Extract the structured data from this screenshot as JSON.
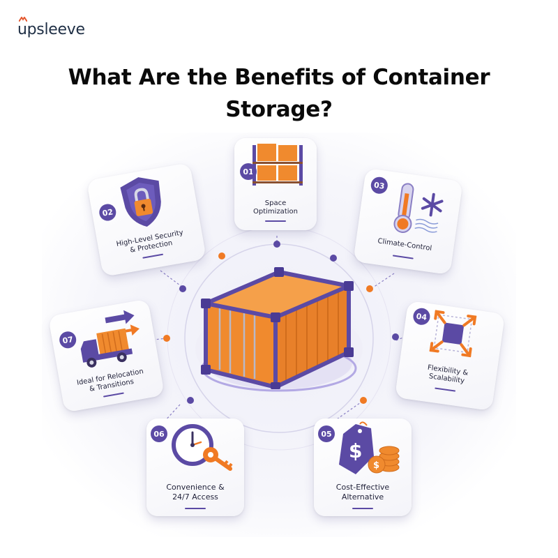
{
  "brand": {
    "logo_text": "upsleeve",
    "accent": "#e4572e",
    "text_color": "#1f2f45"
  },
  "header": {
    "title": "What Are the Benefits of Container Storage?"
  },
  "colors": {
    "purple": "#5b4aa4",
    "orange": "#f07a24",
    "card_bg": "#f4f4f9"
  },
  "center": {
    "illustration": "shipping-container-icon"
  },
  "benefits": [
    {
      "num": "01",
      "label_lines": [
        "Space",
        "Optimization"
      ],
      "icon": "warehouse-shelf-boxes-icon"
    },
    {
      "num": "02",
      "label_lines": [
        "High-Level Security",
        "& Protection"
      ],
      "icon": "shield-lock-icon"
    },
    {
      "num": "03",
      "label_lines": [
        "Climate-Control",
        ""
      ],
      "icon": "thermometer-snowflake-icon"
    },
    {
      "num": "04",
      "label_lines": [
        "Flexibility &",
        "Scalability"
      ],
      "icon": "expand-arrows-icon"
    },
    {
      "num": "05",
      "label_lines": [
        "Cost-Effective",
        "Alternative"
      ],
      "icon": "price-tag-coins-icon"
    },
    {
      "num": "06",
      "label_lines": [
        "Convenience &",
        "24/7 Access"
      ],
      "icon": "clock-key-icon"
    },
    {
      "num": "07",
      "label_lines": [
        "Ideal for Relocation",
        "& Transitions"
      ],
      "icon": "moving-truck-icon"
    }
  ]
}
